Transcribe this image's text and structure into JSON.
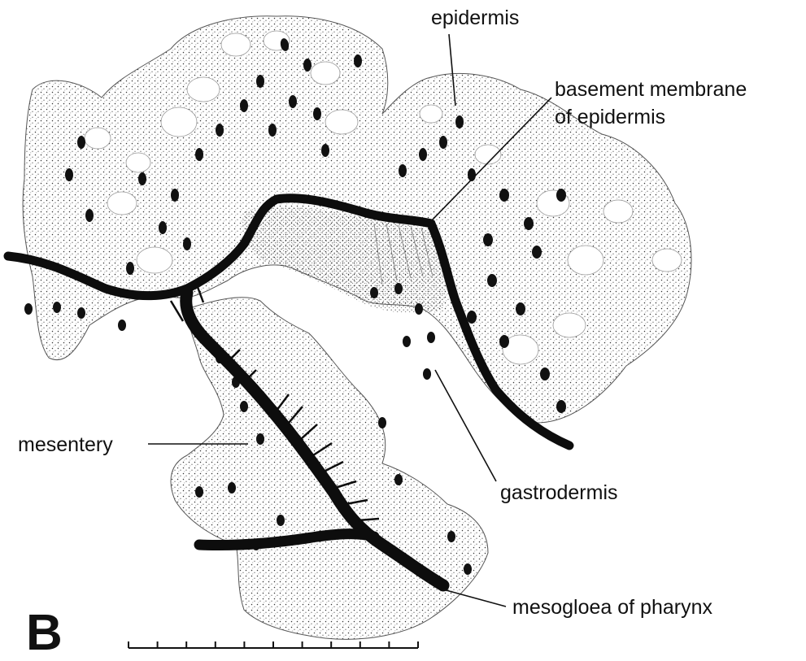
{
  "labels": {
    "epidermis": "epidermis",
    "basement_membrane_line1": "basement membrane",
    "basement_membrane_line2": "of epidermis",
    "mesentery": "mesentery",
    "gastrodermis": "gastrodermis",
    "mesogloea_of_pharynx": "mesogloea of pharynx"
  },
  "panel_letter": "B",
  "scale_bar": {
    "divisions": 10
  },
  "colors": {
    "ink": "#111111",
    "tissue_stipple": "#3a3a3a",
    "background": "#ffffff"
  }
}
